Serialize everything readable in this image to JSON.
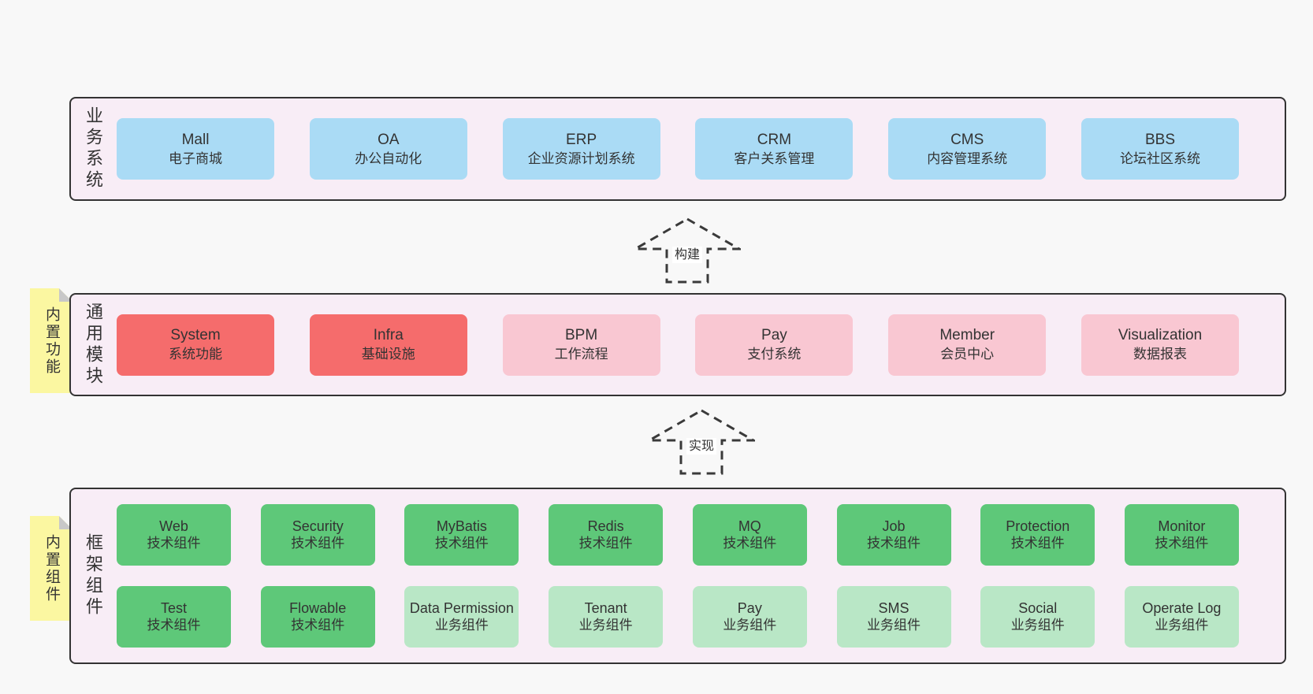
{
  "colors": {
    "page_bg": "#f8f8f8",
    "container_bg": "#f8edf6",
    "container_border": "#333333",
    "blue_box": "#aadbf5",
    "red_box": "#f56c6c",
    "pink_box": "#f9c7d2",
    "green_box": "#5ec879",
    "light_green_box": "#b9e7c6",
    "sticky_yellow": "#fbf7a1",
    "sticky_fold": "#c8c8c8",
    "text": "#333333"
  },
  "business_layer": {
    "side_label": "业务系统",
    "boxes": [
      {
        "en": "Mall",
        "cn": "电子商城"
      },
      {
        "en": "OA",
        "cn": "办公自动化"
      },
      {
        "en": "ERP",
        "cn": "企业资源计划系统"
      },
      {
        "en": "CRM",
        "cn": "客户关系管理"
      },
      {
        "en": "CMS",
        "cn": "内容管理系统"
      },
      {
        "en": "BBS",
        "cn": "论坛社区系统"
      }
    ]
  },
  "arrow_build": {
    "label": "构建"
  },
  "module_layer": {
    "side_label": "通用模块",
    "sticky_label": "内置功能",
    "boxes": [
      {
        "en": "System",
        "cn": "系统功能"
      },
      {
        "en": "Infra",
        "cn": "基础设施"
      },
      {
        "en": "BPM",
        "cn": "工作流程"
      },
      {
        "en": "Pay",
        "cn": "支付系统"
      },
      {
        "en": "Member",
        "cn": "会员中心"
      },
      {
        "en": "Visualization",
        "cn": "数据报表"
      }
    ]
  },
  "arrow_implement": {
    "label": "实现"
  },
  "component_layer": {
    "side_label": "框架组件",
    "sticky_label": "内置组件",
    "row1": [
      {
        "en": "Web",
        "cn": "技术组件"
      },
      {
        "en": "Security",
        "cn": "技术组件"
      },
      {
        "en": "MyBatis",
        "cn": "技术组件"
      },
      {
        "en": "Redis",
        "cn": "技术组件"
      },
      {
        "en": "MQ",
        "cn": "技术组件"
      },
      {
        "en": "Job",
        "cn": "技术组件"
      },
      {
        "en": "Protection",
        "cn": "技术组件"
      },
      {
        "en": "Monitor",
        "cn": "技术组件"
      }
    ],
    "row2": [
      {
        "en": "Test",
        "cn": "技术组件"
      },
      {
        "en": "Flowable",
        "cn": "技术组件"
      },
      {
        "en": "Data Permission",
        "cn": "业务组件"
      },
      {
        "en": "Tenant",
        "cn": "业务组件"
      },
      {
        "en": "Pay",
        "cn": "业务组件"
      },
      {
        "en": "SMS",
        "cn": "业务组件"
      },
      {
        "en": "Social",
        "cn": "业务组件"
      },
      {
        "en": "Operate Log",
        "cn": "业务组件"
      }
    ]
  }
}
